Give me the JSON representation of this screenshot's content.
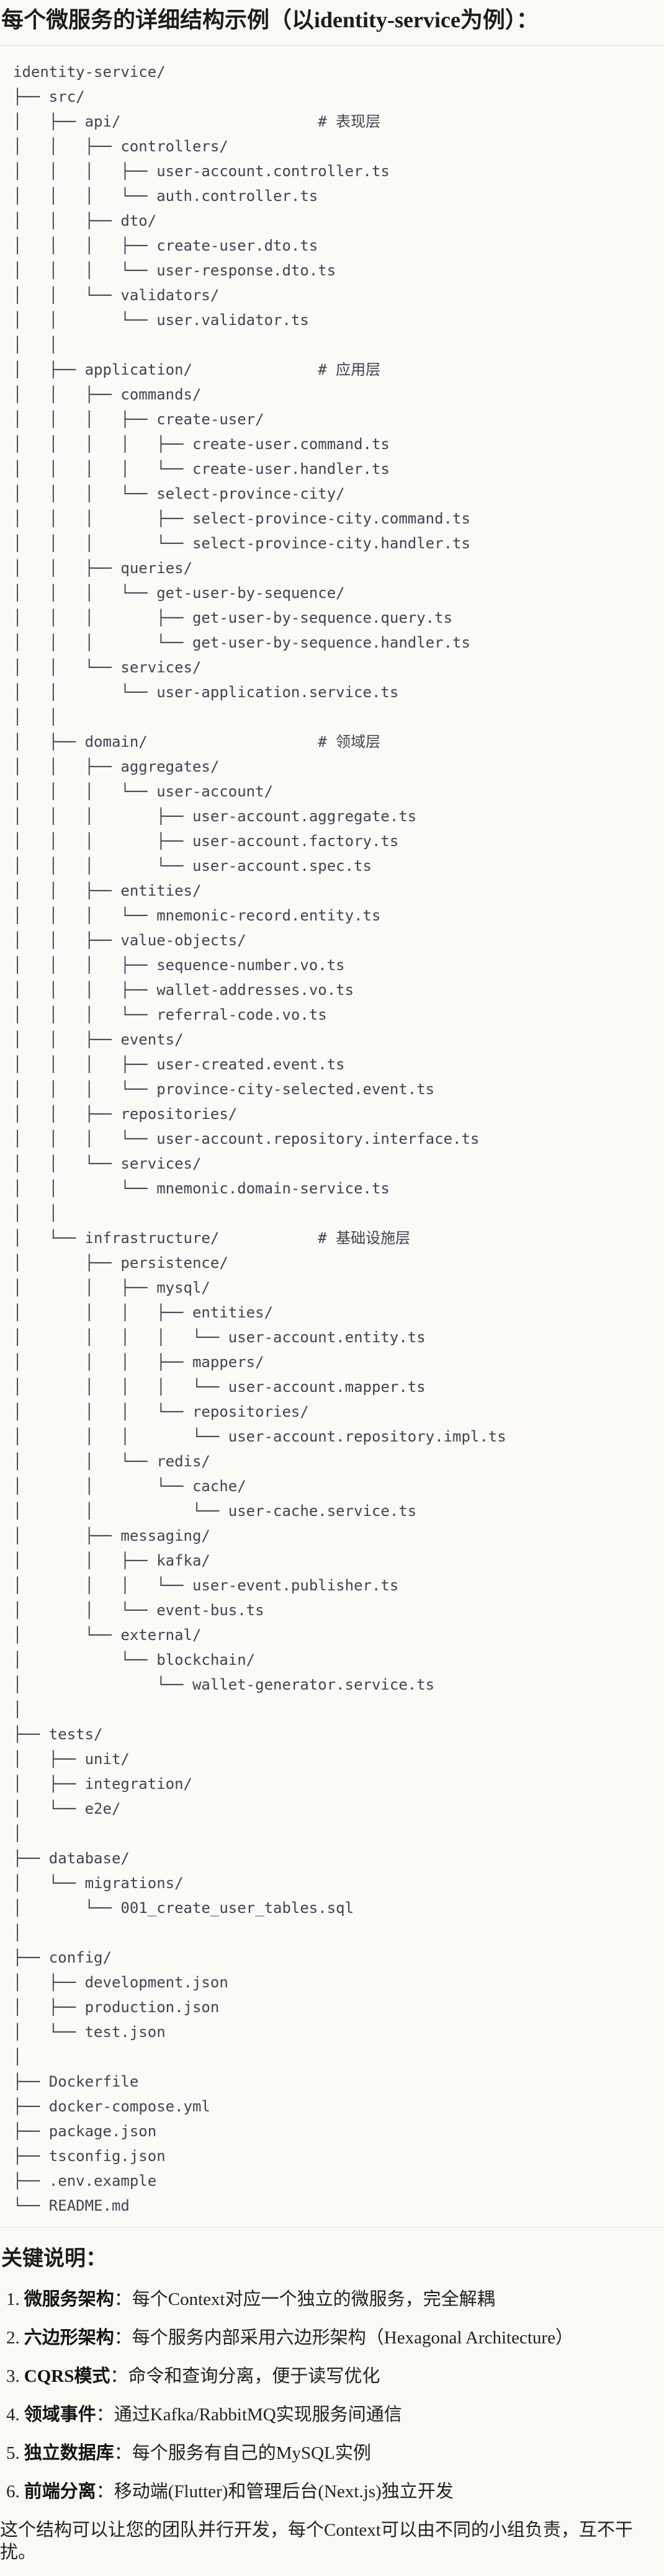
{
  "title": "每个微服务的详细结构示例（以identity-service为例）：",
  "tree": {
    "lines": [
      "identity-service/",
      "├── src/",
      "│   ├── api/                      # 表现层",
      "│   │   ├── controllers/",
      "│   │   │   ├── user-account.controller.ts",
      "│   │   │   └── auth.controller.ts",
      "│   │   ├── dto/",
      "│   │   │   ├── create-user.dto.ts",
      "│   │   │   └── user-response.dto.ts",
      "│   │   └── validators/",
      "│   │       └── user.validator.ts",
      "│   │",
      "│   ├── application/              # 应用层",
      "│   │   ├── commands/",
      "│   │   │   ├── create-user/",
      "│   │   │   │   ├── create-user.command.ts",
      "│   │   │   │   └── create-user.handler.ts",
      "│   │   │   └── select-province-city/",
      "│   │   │       ├── select-province-city.command.ts",
      "│   │   │       └── select-province-city.handler.ts",
      "│   │   ├── queries/",
      "│   │   │   └── get-user-by-sequence/",
      "│   │   │       ├── get-user-by-sequence.query.ts",
      "│   │   │       └── get-user-by-sequence.handler.ts",
      "│   │   └── services/",
      "│   │       └── user-application.service.ts",
      "│   │",
      "│   ├── domain/                   # 领域层",
      "│   │   ├── aggregates/",
      "│   │   │   └── user-account/",
      "│   │   │       ├── user-account.aggregate.ts",
      "│   │   │       ├── user-account.factory.ts",
      "│   │   │       └── user-account.spec.ts",
      "│   │   ├── entities/",
      "│   │   │   └── mnemonic-record.entity.ts",
      "│   │   ├── value-objects/",
      "│   │   │   ├── sequence-number.vo.ts",
      "│   │   │   ├── wallet-addresses.vo.ts",
      "│   │   │   └── referral-code.vo.ts",
      "│   │   ├── events/",
      "│   │   │   ├── user-created.event.ts",
      "│   │   │   └── province-city-selected.event.ts",
      "│   │   ├── repositories/",
      "│   │   │   └── user-account.repository.interface.ts",
      "│   │   └── services/",
      "│   │       └── mnemonic.domain-service.ts",
      "│   │",
      "│   └── infrastructure/           # 基础设施层",
      "│       ├── persistence/",
      "│       │   ├── mysql/",
      "│       │   │   ├── entities/",
      "│       │   │   │   └── user-account.entity.ts",
      "│       │   │   ├── mappers/",
      "│       │   │   │   └── user-account.mapper.ts",
      "│       │   │   └── repositories/",
      "│       │   │       └── user-account.repository.impl.ts",
      "│       │   └── redis/",
      "│       │       └── cache/",
      "│       │           └── user-cache.service.ts",
      "│       ├── messaging/",
      "│       │   ├── kafka/",
      "│       │   │   └── user-event.publisher.ts",
      "│       │   └── event-bus.ts",
      "│       └── external/",
      "│           └── blockchain/",
      "│               └── wallet-generator.service.ts",
      "│",
      "├── tests/",
      "│   ├── unit/",
      "│   ├── integration/",
      "│   └── e2e/",
      "│",
      "├── database/",
      "│   └── migrations/",
      "│       └── 001_create_user_tables.sql",
      "│",
      "├── config/",
      "│   ├── development.json",
      "│   ├── production.json",
      "│   └── test.json",
      "│",
      "├── Dockerfile",
      "├── docker-compose.yml",
      "├── package.json",
      "├── tsconfig.json",
      "├── .env.example",
      "└── README.md"
    ]
  },
  "notes": {
    "heading": "关键说明：",
    "items": [
      {
        "num": "1.",
        "label": "微服务架构",
        "text": "：每个Context对应一个独立的微服务，完全解耦"
      },
      {
        "num": "2.",
        "label": "六边形架构",
        "text": "：每个服务内部采用六边形架构（Hexagonal Architecture）"
      },
      {
        "num": "3.",
        "label": "CQRS模式",
        "text": "：命令和查询分离，便于读写优化"
      },
      {
        "num": "4.",
        "label": "领域事件",
        "text": "：通过Kafka/RabbitMQ实现服务间通信"
      },
      {
        "num": "5.",
        "label": "独立数据库",
        "text": "：每个服务有自己的MySQL实例"
      },
      {
        "num": "6.",
        "label": "前端分离",
        "text": "：移动端(Flutter)和管理后台(Next.js)独立开发"
      }
    ]
  },
  "closing": "这个结构可以让您的团队并行开发，每个Context可以由不同的小组负责，互不干扰。",
  "colors": {
    "page_bg": "#FAF9F3",
    "code_bg": "#FBFAF7",
    "code_border": "#E3E2DC",
    "tree_text": "#3E4450",
    "heading_text": "#1D1C1A",
    "body_text": "#23221F"
  }
}
